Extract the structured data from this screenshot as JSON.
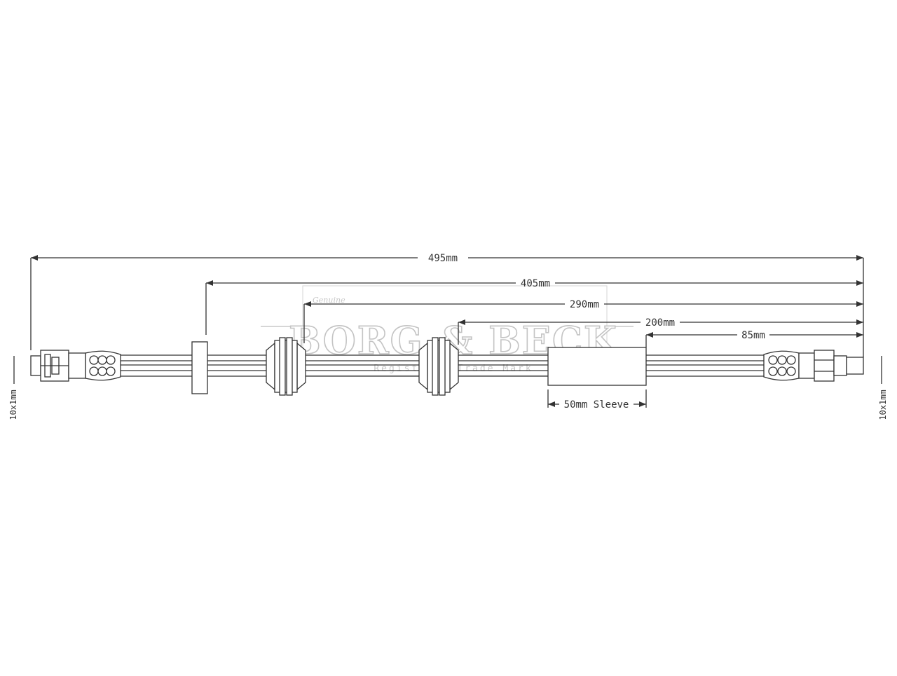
{
  "diagram": {
    "dimensions": {
      "overall": "495mm",
      "d405": "405mm",
      "d290": "290mm",
      "d200": "200mm",
      "d85": "85mm",
      "sleeve": "50mm Sleeve"
    },
    "fittings": {
      "left_thread": "10x1mm",
      "right_thread": "10x1mm"
    },
    "watermark": {
      "brand": "BORG & BECK",
      "tagline": "Registered Trade Mark",
      "script": "Genuine"
    },
    "colors": {
      "line": "#333333",
      "watermark": "#c4c4c4",
      "background": "#ffffff"
    }
  }
}
